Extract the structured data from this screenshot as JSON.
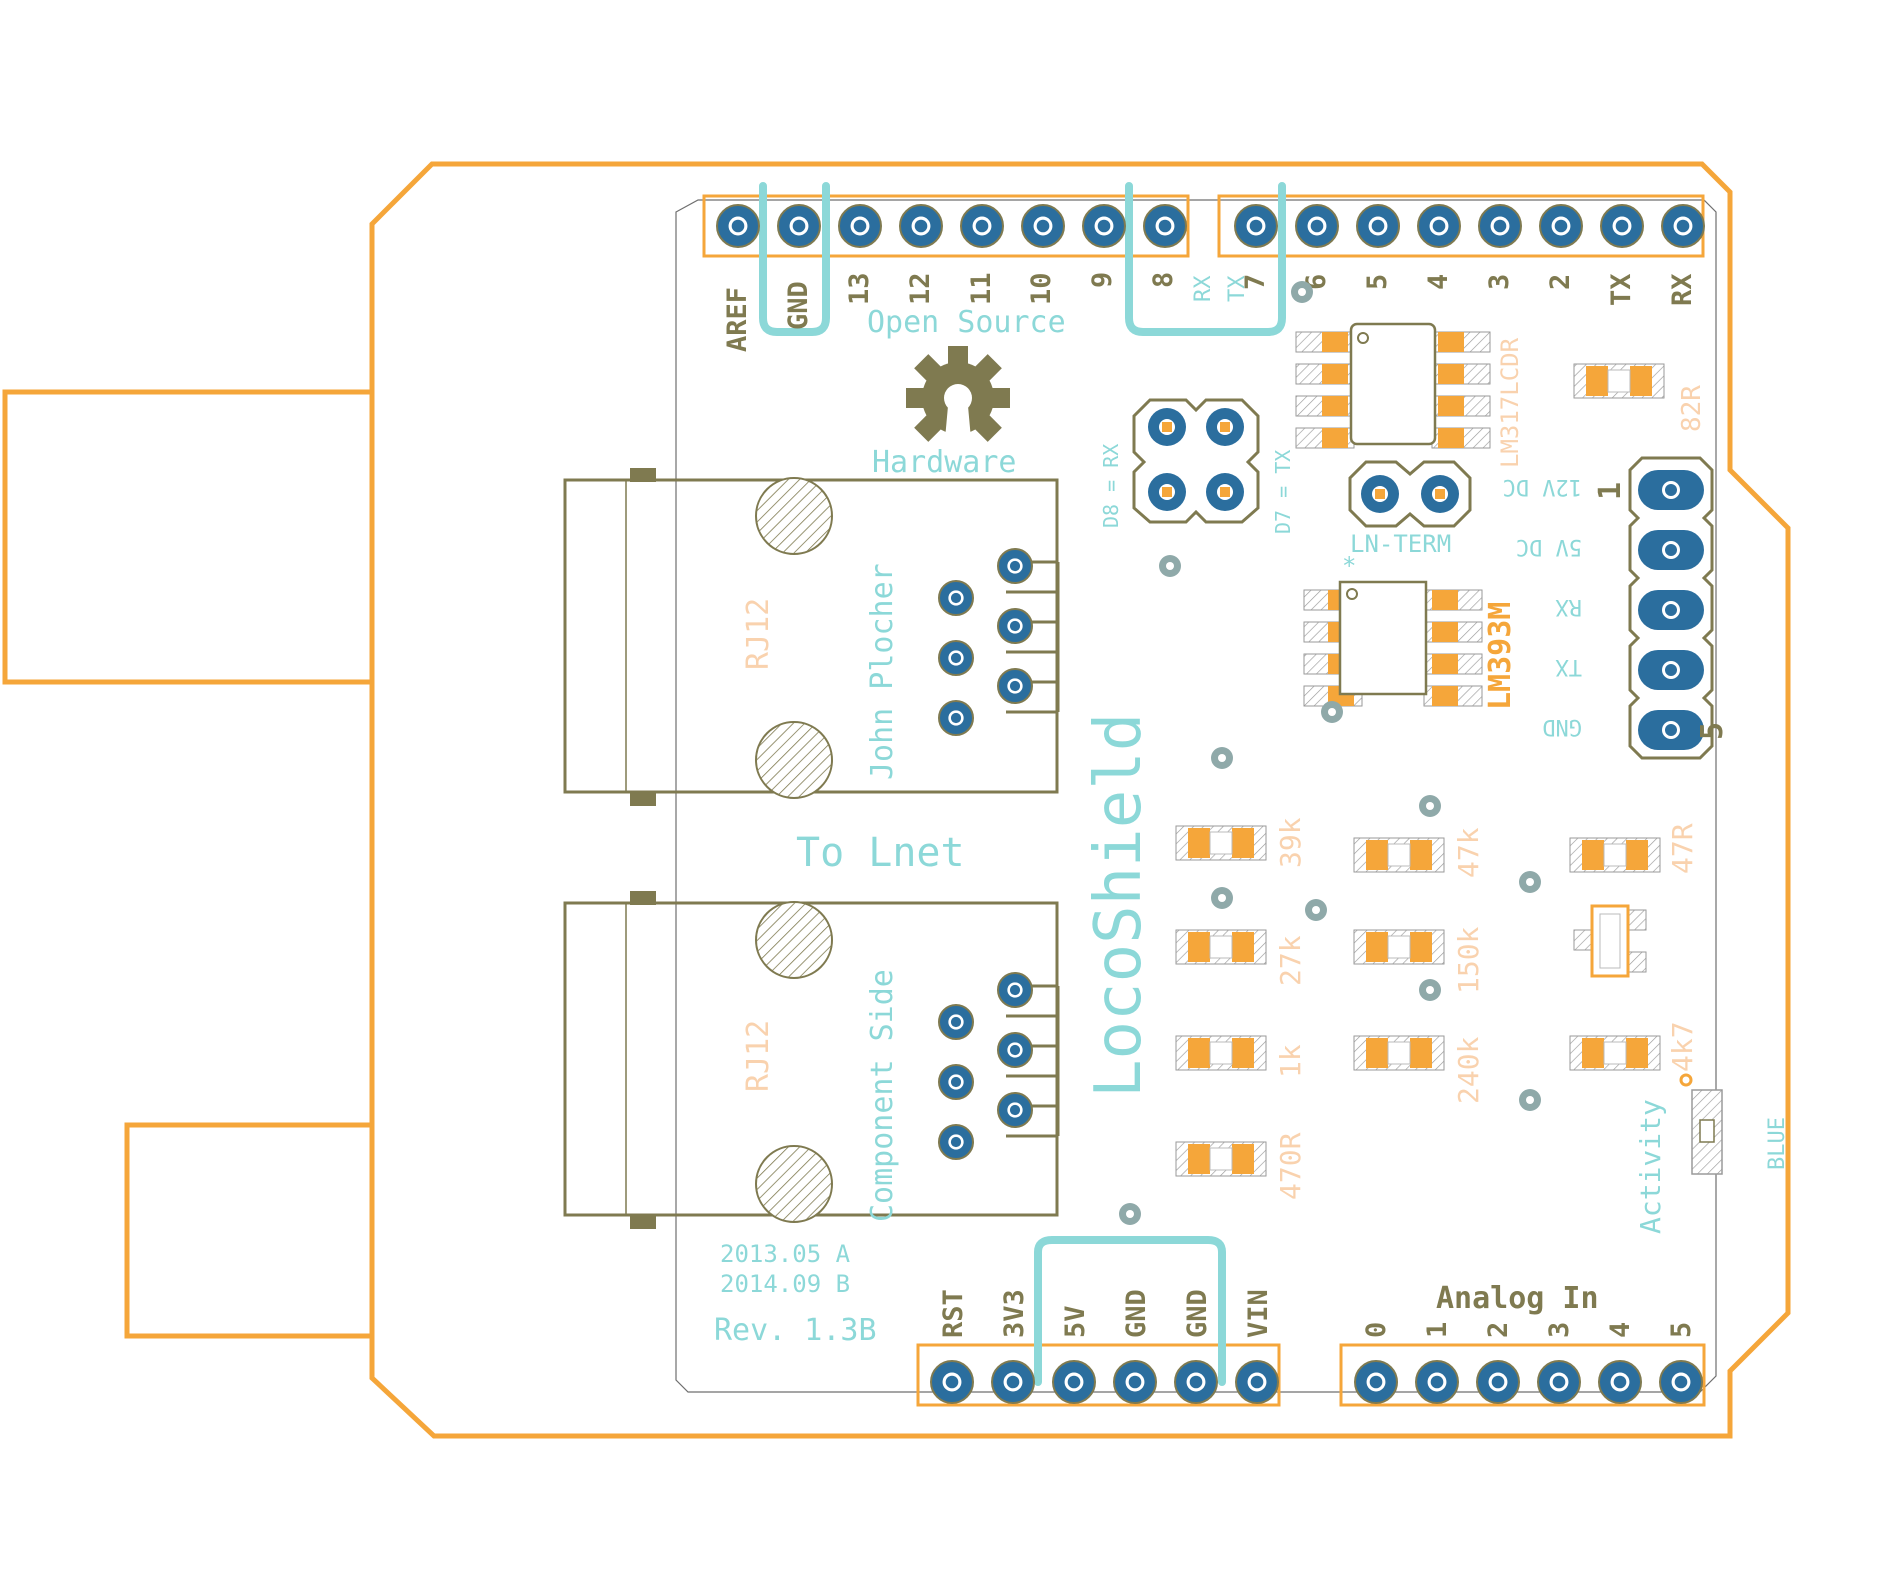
{
  "colors": {
    "outline": "#F5A63A",
    "pad": "#2B6E9E",
    "pad_ring": "#7F7A50",
    "silk": "#7F7A50",
    "cyan": "#8CD8D8",
    "orange_text": "#F9D2AE",
    "smd": "#F5A63A",
    "via": "#8FA9A9"
  },
  "header_top_left": [
    "AREF",
    "GND",
    "13",
    "12",
    "11",
    "10",
    "9",
    "8"
  ],
  "header_top_right": [
    "7",
    "6",
    "5",
    "4",
    "3",
    "2",
    "TX",
    "RX"
  ],
  "header_bottom_power": [
    "RST",
    "3V3",
    "5V",
    "GND",
    "GND",
    "VIN"
  ],
  "header_bottom_analog": [
    "0",
    "1",
    "2",
    "3",
    "4",
    "5"
  ],
  "analog_title": "Analog In",
  "open_source": "Open Source",
  "hardware": "Hardware",
  "rx_small": "RX",
  "tx_small": "TX",
  "d8_label": "D8 = RX",
  "d7_label": "D7 = TX",
  "ln_term": "LN-TERM",
  "lm317": "LM317LCDR",
  "lm393": "LM393M",
  "r82": "82R",
  "right_header_labels": [
    "12V DC",
    "5V DC",
    "RX",
    "TX",
    "GND"
  ],
  "pin_one": "1",
  "pin_five": "5",
  "rj12_top": "RJ12",
  "rj12_bottom": "RJ12",
  "john": "John Plocher",
  "component_side": "Component Side",
  "to_lnet": "To Lnet",
  "locoshield": "LocoShield",
  "resistors_left": [
    "39k",
    "27k",
    "1k",
    "470R"
  ],
  "resistors_mid": [
    "47k",
    "150k",
    "240k"
  ],
  "resistors_right": [
    "47R",
    "4k7"
  ],
  "activity": "Activity",
  "blue": "BLUE",
  "date_a": "2013.05 A",
  "date_b": "2014.09 B",
  "rev": "Rev. 1.3B",
  "star": "*"
}
